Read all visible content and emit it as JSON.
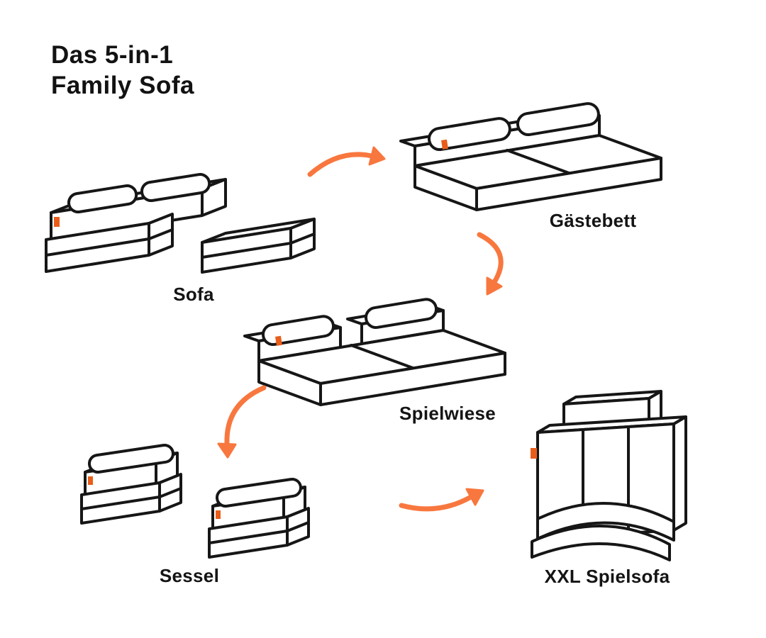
{
  "title": {
    "line1": "Das 5-in-1",
    "line2": "Family Sofa"
  },
  "diagram": {
    "items": [
      {
        "id": "sofa",
        "label": "Sofa"
      },
      {
        "id": "gaestebett",
        "label": "Gästebett"
      },
      {
        "id": "spielwiese",
        "label": "Spielwiese"
      },
      {
        "id": "sessel",
        "label": "Sessel"
      },
      {
        "id": "xxl-spielsofa",
        "label": "XXL Spielsofa"
      }
    ],
    "connections": [
      {
        "from": "sofa",
        "to": "gaestebett"
      },
      {
        "from": "gaestebett",
        "to": "spielwiese"
      },
      {
        "from": "spielwiese",
        "to": "sessel"
      },
      {
        "from": "sessel",
        "to": "xxl-spielsofa"
      }
    ]
  },
  "colors": {
    "ink": "#161616",
    "accent_orange": "#F8773E",
    "tag_orange": "#E85D1A",
    "background": "#FFFFFF"
  }
}
